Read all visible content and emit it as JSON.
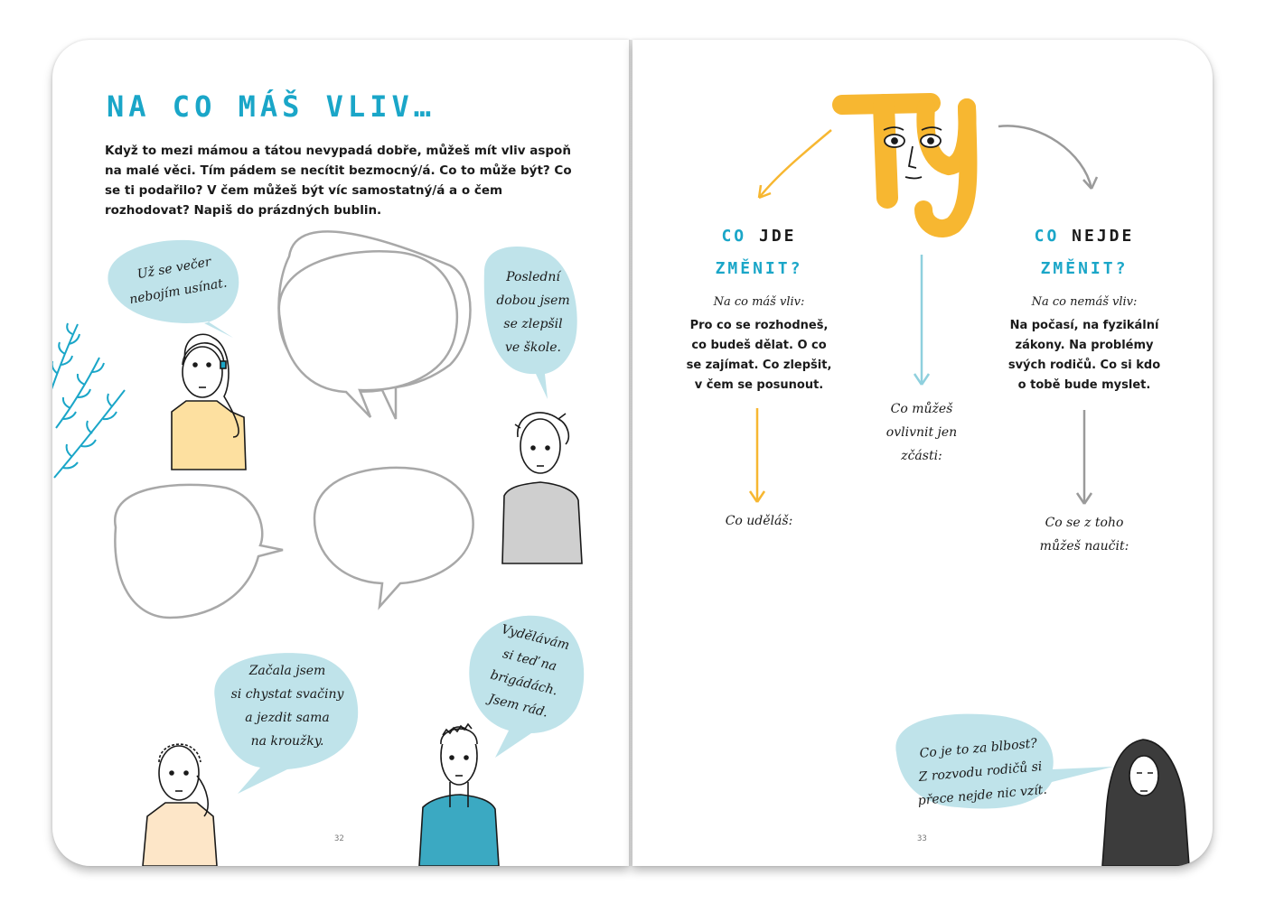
{
  "left_page": {
    "title": "NA CO MÁŠ VLIV…",
    "intro": "Když to mezi mámou a tátou nevypadá dobře, můžeš mít vliv aspoň na malé věci. Tím pádem se necítit bezmocný/á. Co to může být? Co se ti podařilo? V čem můžeš být víc samostatný/á a o čem rozhodovat? Napiš do prázdných bublin.",
    "bubbles": [
      {
        "lines": [
          "Už se večer",
          "nebojím usínat."
        ]
      },
      {
        "lines": [
          "Poslední",
          "dobou jsem",
          "se zlepšil",
          "ve škole."
        ]
      },
      {
        "lines": [
          "Začala jsem",
          "si chystat svačiny",
          "a jezdit sama",
          "na kroužky."
        ]
      },
      {
        "lines": [
          "Vydělávám",
          "si teď na",
          "brigádách.",
          "Jsem rád."
        ]
      }
    ],
    "page_number": "32"
  },
  "right_page": {
    "big_word": "TY",
    "left_column": {
      "heading_1a": "CO",
      "heading_1b": "JDE",
      "heading_2": "ZMĚNIT?",
      "sub": "Na co máš vliv:",
      "body": [
        "Pro co se rozhodneš,",
        "co budeš dělat. O co",
        "se zajímat. Co zlepšit,",
        "v čem se posunout."
      ],
      "result": "Co uděláš:"
    },
    "middle_column": {
      "result": [
        "Co můžeš",
        "ovlivnit jen",
        "zčásti:"
      ]
    },
    "right_column": {
      "heading_1a": "CO",
      "heading_1b": "NEJDE",
      "heading_2": "ZMĚNIT?",
      "sub": "Na co nemáš vliv:",
      "body": [
        "Na počasí, na fyzikální",
        "zákony. Na problémy",
        "svých rodičů. Co si kdo",
        "o tobě bude myslet."
      ],
      "result": [
        "Co se z toho",
        "můžeš naučit:"
      ]
    },
    "bubble": {
      "lines": [
        "Co je to za blbost?",
        "Z rozvodu rodičů si",
        "přece nejde nic vzít."
      ]
    },
    "page_number": "33"
  },
  "colors": {
    "accent_blue": "#1aa6c8",
    "bubble_blue": "#bfe3ea",
    "yellow": "#f7b731",
    "gray": "#9a9a9a"
  }
}
